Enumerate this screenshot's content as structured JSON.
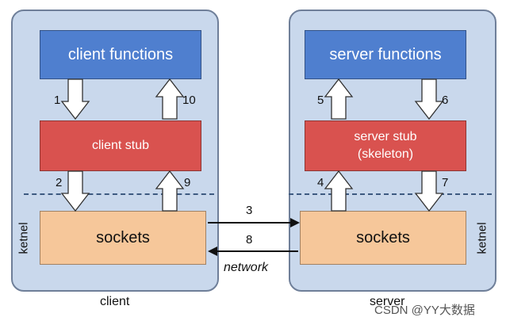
{
  "client": {
    "functions": "client functions",
    "stub": "client stub",
    "sockets": "sockets",
    "kernel": "ketnel",
    "caption": "client"
  },
  "server": {
    "functions": "server functions",
    "stub": "server stub\n(skeleton)",
    "sockets": "sockets",
    "kernel": "ketnel",
    "caption": "server"
  },
  "steps": [
    "1",
    "2",
    "3",
    "4",
    "5",
    "6",
    "7",
    "8",
    "9",
    "10"
  ],
  "network": "network",
  "watermark": "CSDN @YY大数据",
  "colors": {
    "panel": "#c9d8ec",
    "functions": "#4f7fcf",
    "stub": "#d9524f",
    "sockets": "#f6c79a"
  }
}
